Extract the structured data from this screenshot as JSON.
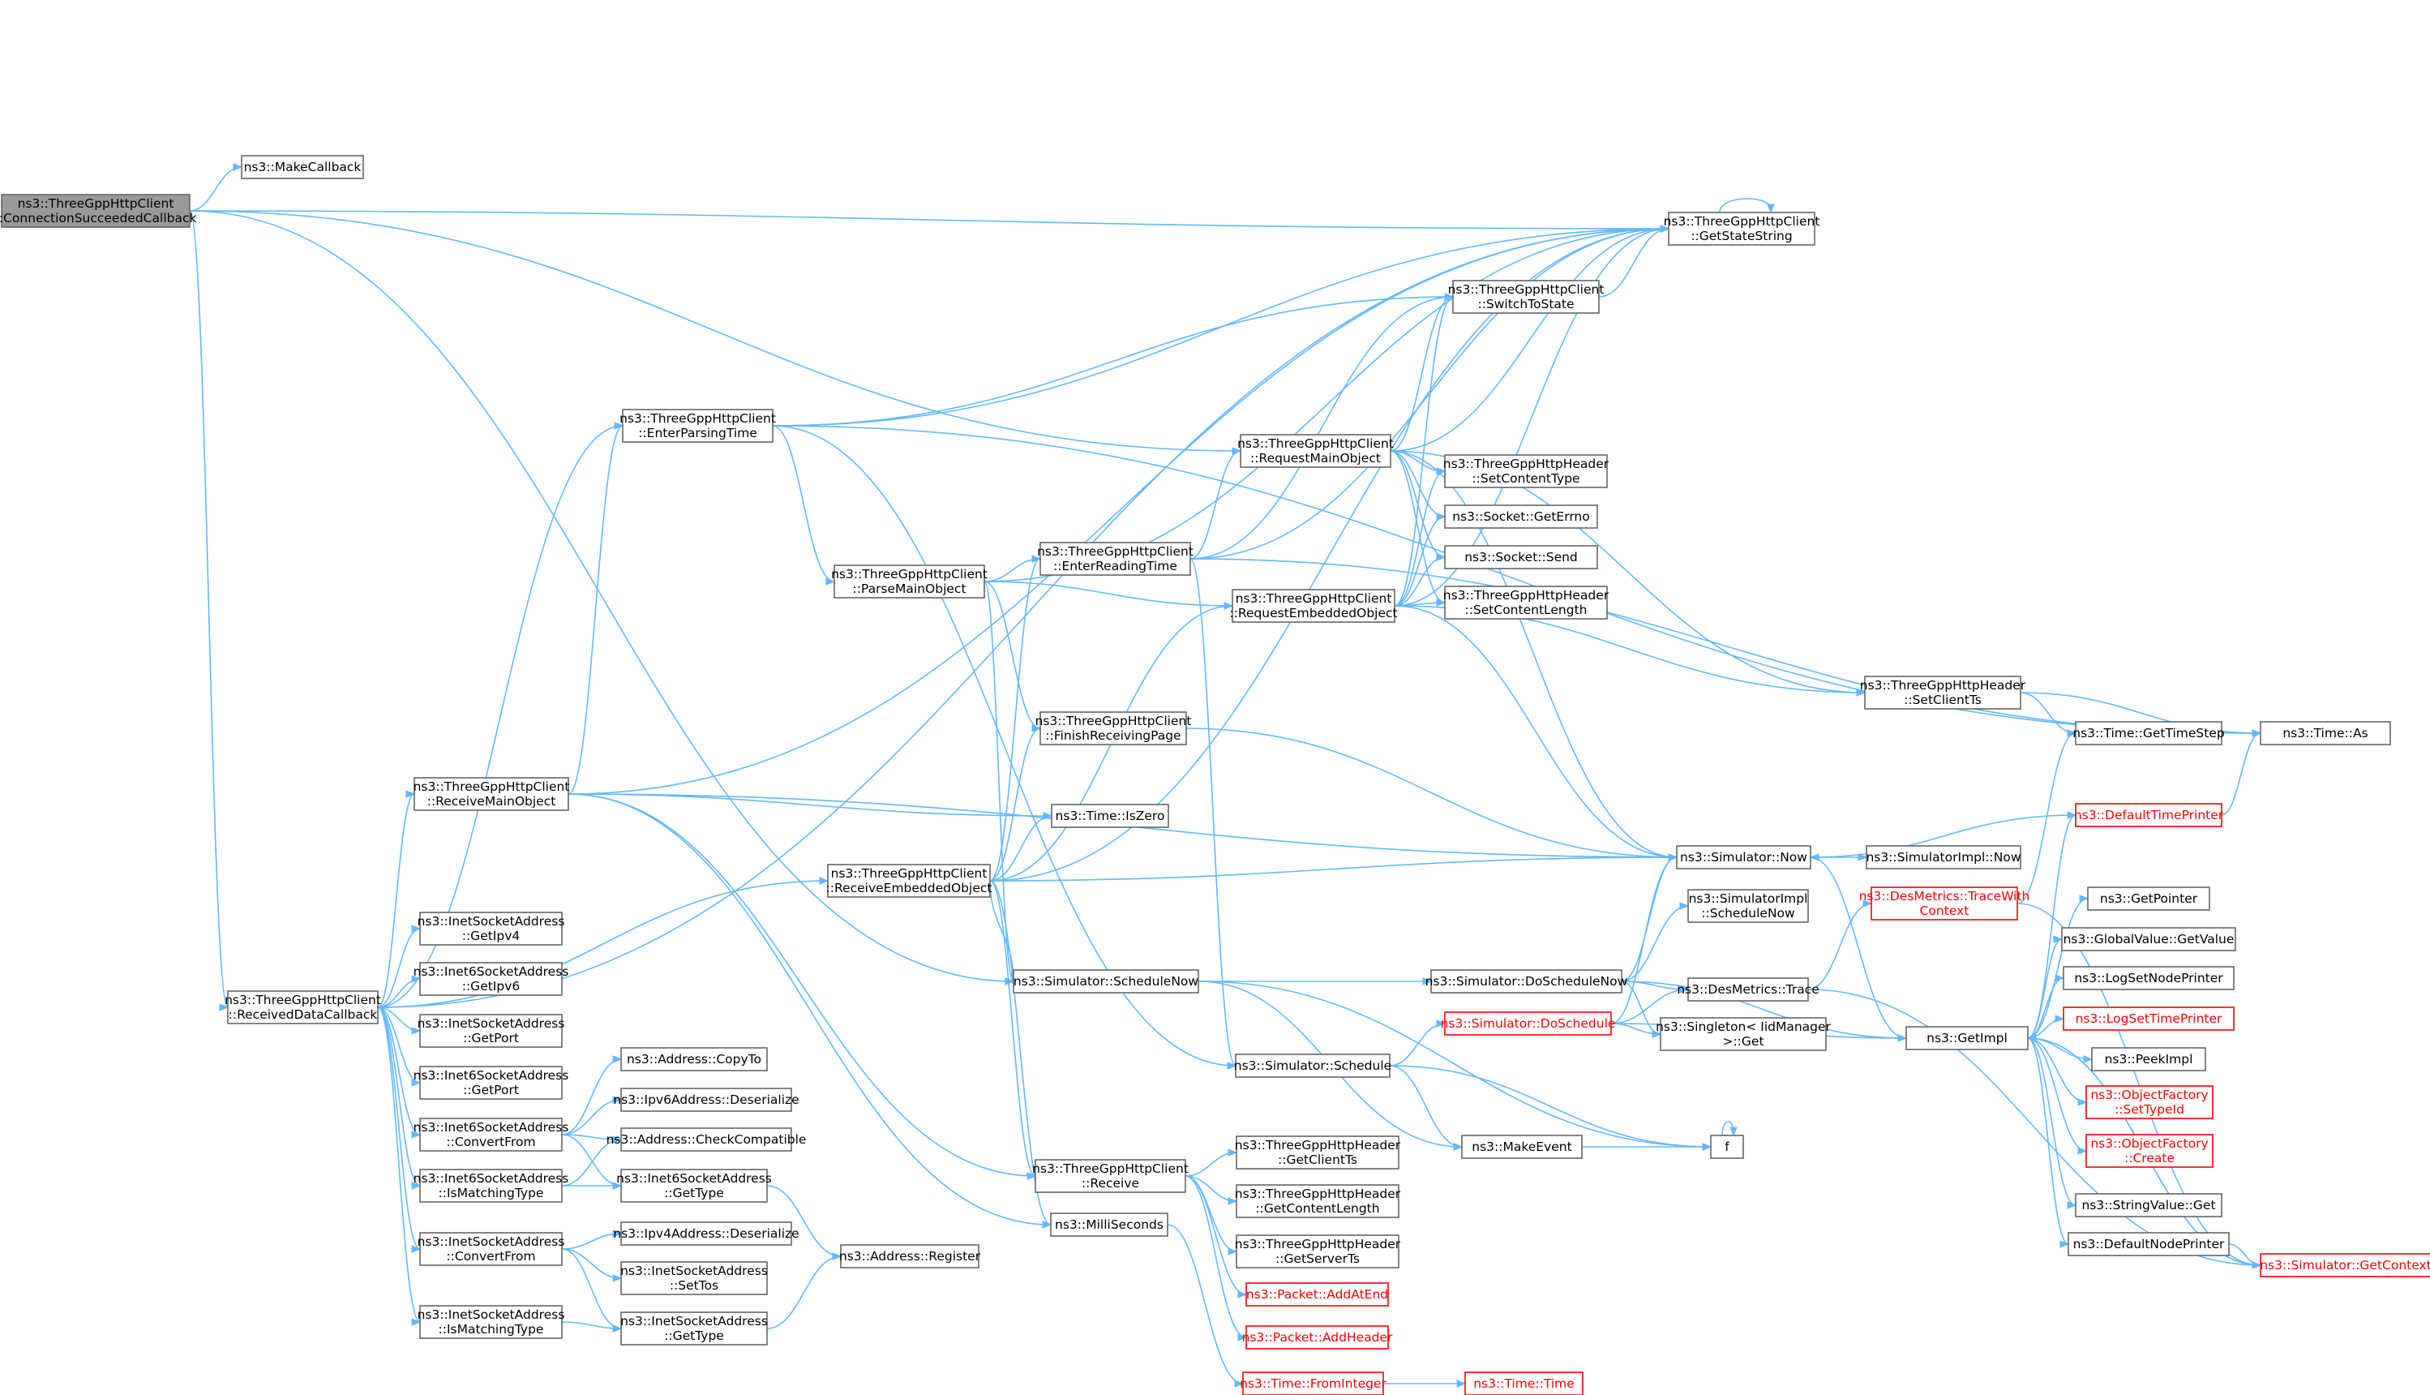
{
  "nodes": [
    {
      "id": "root",
      "lines": [
        "ns3::ThreeGppHttpClient",
        "::ConnectionSucceededCallback"
      ],
      "style": "root"
    },
    {
      "id": "makecallback",
      "lines": [
        "ns3::MakeCallback"
      ]
    },
    {
      "id": "getstatestring",
      "lines": [
        "ns3::ThreeGppHttpClient",
        "::GetStateString"
      ]
    },
    {
      "id": "switchtostate",
      "lines": [
        "ns3::ThreeGppHttpClient",
        "::SwitchToState"
      ]
    },
    {
      "id": "enterparsingtime",
      "lines": [
        "ns3::ThreeGppHttpClient",
        "::EnterParsingTime"
      ]
    },
    {
      "id": "requestmainobject",
      "lines": [
        "ns3::ThreeGppHttpClient",
        "::RequestMainObject"
      ]
    },
    {
      "id": "setcontenttype",
      "lines": [
        "ns3::ThreeGppHttpHeader",
        "::SetContentType"
      ]
    },
    {
      "id": "geterrno",
      "lines": [
        "ns3::Socket::GetErrno"
      ]
    },
    {
      "id": "socketsend",
      "lines": [
        "ns3::Socket::Send"
      ]
    },
    {
      "id": "setcontentlength",
      "lines": [
        "ns3::ThreeGppHttpHeader",
        "::SetContentLength"
      ]
    },
    {
      "id": "parsemainobject",
      "lines": [
        "ns3::ThreeGppHttpClient",
        "::ParseMainObject"
      ]
    },
    {
      "id": "enterreadingtime",
      "lines": [
        "ns3::ThreeGppHttpClient",
        "::EnterReadingTime"
      ]
    },
    {
      "id": "requestembedded",
      "lines": [
        "ns3::ThreeGppHttpClient",
        "::RequestEmbeddedObject"
      ]
    },
    {
      "id": "setclientts",
      "lines": [
        "ns3::ThreeGppHttpHeader",
        "::SetClientTs"
      ]
    },
    {
      "id": "timeas",
      "lines": [
        "ns3::Time::As"
      ]
    },
    {
      "id": "gettimestep",
      "lines": [
        "ns3::Time::GetTimeStep"
      ]
    },
    {
      "id": "finishreceivingpage",
      "lines": [
        "ns3::ThreeGppHttpClient",
        "::FinishReceivingPage"
      ]
    },
    {
      "id": "receivemainobject",
      "lines": [
        "ns3::ThreeGppHttpClient",
        "::ReceiveMainObject"
      ]
    },
    {
      "id": "timeiszero",
      "lines": [
        "ns3::Time::IsZero"
      ]
    },
    {
      "id": "defaulttimeprinter",
      "lines": [
        "ns3::DefaultTimePrinter"
      ],
      "style": "red"
    },
    {
      "id": "simnow",
      "lines": [
        "ns3::Simulator::Now"
      ]
    },
    {
      "id": "simimplnow",
      "lines": [
        "ns3::SimulatorImpl::Now"
      ]
    },
    {
      "id": "receiveembedded",
      "lines": [
        "ns3::ThreeGppHttpClient",
        "::ReceiveEmbeddedObject"
      ]
    },
    {
      "id": "destrace",
      "lines": [
        "ns3::DesMetrics::TraceWith",
        "Context"
      ],
      "style": "red"
    },
    {
      "id": "getpointer",
      "lines": [
        "ns3::GetPointer"
      ]
    },
    {
      "id": "simimplschednow",
      "lines": [
        "ns3::SimulatorImpl",
        "::ScheduleNow"
      ]
    },
    {
      "id": "globalvalueget",
      "lines": [
        "ns3::GlobalValue::GetValue"
      ]
    },
    {
      "id": "getipv4",
      "lines": [
        "ns3::InetSocketAddress",
        "::GetIpv4"
      ]
    },
    {
      "id": "getipv6",
      "lines": [
        "ns3::Inet6SocketAddress",
        "::GetIpv6"
      ]
    },
    {
      "id": "receiveddatacallback",
      "lines": [
        "ns3::ThreeGppHttpClient",
        "::ReceivedDataCallback"
      ]
    },
    {
      "id": "schedulenow",
      "lines": [
        "ns3::Simulator::ScheduleNow"
      ]
    },
    {
      "id": "doschedulenow",
      "lines": [
        "ns3::Simulator::DoScheduleNow"
      ]
    },
    {
      "id": "logsetnodeprinter",
      "lines": [
        "ns3::LogSetNodePrinter"
      ]
    },
    {
      "id": "destracemain",
      "lines": [
        "ns3::DesMetrics::Trace"
      ]
    },
    {
      "id": "inetgetport",
      "lines": [
        "ns3::InetSocketAddress",
        "::GetPort"
      ]
    },
    {
      "id": "logsettimeprinter",
      "lines": [
        "ns3::LogSetTimePrinter"
      ],
      "style": "red"
    },
    {
      "id": "doschedule",
      "lines": [
        "ns3::Simulator::DoSchedule"
      ],
      "style": "red"
    },
    {
      "id": "getimpl",
      "lines": [
        "ns3::GetImpl"
      ]
    },
    {
      "id": "singleton",
      "lines": [
        "ns3::Singleton< IidManager",
        ">::Get"
      ]
    },
    {
      "id": "inet6getport",
      "lines": [
        "ns3::Inet6SocketAddress",
        "::GetPort"
      ]
    },
    {
      "id": "peekimpl",
      "lines": [
        "ns3::PeekImpl"
      ]
    },
    {
      "id": "addrcopyto",
      "lines": [
        "ns3::Address::CopyTo"
      ]
    },
    {
      "id": "simschedule",
      "lines": [
        "ns3::Simulator::Schedule"
      ]
    },
    {
      "id": "settypeid",
      "lines": [
        "ns3::ObjectFactory",
        "::SetTypeId"
      ],
      "style": "red"
    },
    {
      "id": "ipv6deser",
      "lines": [
        "ns3::Ipv6Address::Deserialize"
      ]
    },
    {
      "id": "inet6convertfrom",
      "lines": [
        "ns3::Inet6SocketAddress",
        "::ConvertFrom"
      ]
    },
    {
      "id": "checkcompat",
      "lines": [
        "ns3::Address::CheckCompatible"
      ]
    },
    {
      "id": "makeevent",
      "lines": [
        "ns3::MakeEvent"
      ]
    },
    {
      "id": "f",
      "lines": [
        "f"
      ]
    },
    {
      "id": "objfactcreate",
      "lines": [
        "ns3::ObjectFactory",
        "::Create"
      ],
      "style": "red"
    },
    {
      "id": "clientreceive",
      "lines": [
        "ns3::ThreeGppHttpClient",
        "::Receive"
      ]
    },
    {
      "id": "getclientts",
      "lines": [
        "ns3::ThreeGppHttpHeader",
        "::GetClientTs"
      ]
    },
    {
      "id": "inet6matching",
      "lines": [
        "ns3::Inet6SocketAddress",
        "::IsMatchingType"
      ]
    },
    {
      "id": "inet6gettype",
      "lines": [
        "ns3::Inet6SocketAddress",
        "::GetType"
      ]
    },
    {
      "id": "stringvalueget",
      "lines": [
        "ns3::StringValue::Get"
      ]
    },
    {
      "id": "getcontentlength",
      "lines": [
        "ns3::ThreeGppHttpHeader",
        "::GetContentLength"
      ]
    },
    {
      "id": "milliseconds",
      "lines": [
        "ns3::MilliSeconds"
      ]
    },
    {
      "id": "defaultnodeprinter",
      "lines": [
        "ns3::DefaultNodePrinter"
      ]
    },
    {
      "id": "ipv4deser",
      "lines": [
        "ns3::Ipv4Address::Deserialize"
      ]
    },
    {
      "id": "inetconvertfrom",
      "lines": [
        "ns3::InetSocketAddress",
        "::ConvertFrom"
      ]
    },
    {
      "id": "addrregister",
      "lines": [
        "ns3::Address::Register"
      ]
    },
    {
      "id": "getserverts",
      "lines": [
        "ns3::ThreeGppHttpHeader",
        "::GetServerTs"
      ]
    },
    {
      "id": "simgetcontext",
      "lines": [
        "ns3::Simulator::GetContext"
      ],
      "style": "red"
    },
    {
      "id": "inetsettos",
      "lines": [
        "ns3::InetSocketAddress",
        "::SetTos"
      ]
    },
    {
      "id": "packetaddatend",
      "lines": [
        "ns3::Packet::AddAtEnd"
      ],
      "style": "red"
    },
    {
      "id": "inetmatching",
      "lines": [
        "ns3::InetSocketAddress",
        "::IsMatchingType"
      ]
    },
    {
      "id": "inetgettype",
      "lines": [
        "ns3::InetSocketAddress",
        "::GetType"
      ]
    },
    {
      "id": "packetaddheader",
      "lines": [
        "ns3::Packet::AddHeader"
      ],
      "style": "red"
    },
    {
      "id": "timefrominteger",
      "lines": [
        "ns3::Time::FromInteger"
      ],
      "style": "red"
    },
    {
      "id": "timetime",
      "lines": [
        "ns3::Time::Time"
      ],
      "style": "red"
    }
  ],
  "edges": [
    [
      "root",
      "makecallback"
    ],
    [
      "root",
      "getstatestring"
    ],
    [
      "root",
      "requestmainobject"
    ],
    [
      "root",
      "receiveddatacallback"
    ],
    [
      "root",
      "schedulenow"
    ],
    [
      "getstatestring",
      "getstatestring"
    ],
    [
      "switchtostate",
      "getstatestring"
    ],
    [
      "enterparsingtime",
      "getstatestring"
    ],
    [
      "enterparsingtime",
      "switchtostate"
    ],
    [
      "enterparsingtime",
      "parsemainobject"
    ],
    [
      "enterparsingtime",
      "simschedule"
    ],
    [
      "enterparsingtime",
      "timeas"
    ],
    [
      "requestmainobject",
      "getstatestring"
    ],
    [
      "requestmainobject",
      "switchtostate"
    ],
    [
      "requestmainobject",
      "setcontenttype"
    ],
    [
      "requestmainobject",
      "geterrno"
    ],
    [
      "requestmainobject",
      "socketsend"
    ],
    [
      "requestmainobject",
      "setcontentlength"
    ],
    [
      "requestmainobject",
      "setclientts"
    ],
    [
      "requestmainobject",
      "simnow"
    ],
    [
      "parsemainobject",
      "getstatestring"
    ],
    [
      "parsemainobject",
      "enterreadingtime"
    ],
    [
      "parsemainobject",
      "requestembedded"
    ],
    [
      "parsemainobject",
      "finishreceivingpage"
    ],
    [
      "parsemainobject",
      "schedulenow"
    ],
    [
      "enterreadingtime",
      "getstatestring"
    ],
    [
      "enterreadingtime",
      "switchtostate"
    ],
    [
      "enterreadingtime",
      "requestmainobject"
    ],
    [
      "enterreadingtime",
      "timeas"
    ],
    [
      "enterreadingtime",
      "simschedule"
    ],
    [
      "requestembedded",
      "getstatestring"
    ],
    [
      "requestembedded",
      "switchtostate"
    ],
    [
      "requestembedded",
      "setcontenttype"
    ],
    [
      "requestembedded",
      "geterrno"
    ],
    [
      "requestembedded",
      "socketsend"
    ],
    [
      "requestembedded",
      "setcontentlength"
    ],
    [
      "requestembedded",
      "setclientts"
    ],
    [
      "requestembedded",
      "simnow"
    ],
    [
      "setclientts",
      "gettimestep"
    ],
    [
      "setclientts",
      "timeas"
    ],
    [
      "finishreceivingpage",
      "simnow"
    ],
    [
      "receivemainobject",
      "getstatestring"
    ],
    [
      "receivemainobject",
      "enterparsingtime"
    ],
    [
      "receivemainobject",
      "timeiszero"
    ],
    [
      "receivemainobject",
      "simnow"
    ],
    [
      "receivemainobject",
      "clientreceive"
    ],
    [
      "receivemainobject",
      "milliseconds"
    ],
    [
      "defaulttimeprinter",
      "timeas"
    ],
    [
      "defaulttimeprinter",
      "simnow"
    ],
    [
      "simnow",
      "simimplnow"
    ],
    [
      "simnow",
      "getimpl"
    ],
    [
      "receiveembedded",
      "getstatestring"
    ],
    [
      "receiveembedded",
      "enterreadingtime"
    ],
    [
      "receiveembedded",
      "requestembedded"
    ],
    [
      "receiveembedded",
      "finishreceivingpage"
    ],
    [
      "receiveembedded",
      "timeiszero"
    ],
    [
      "receiveembedded",
      "simnow"
    ],
    [
      "receiveembedded",
      "schedulenow"
    ],
    [
      "receiveembedded",
      "clientreceive"
    ],
    [
      "receiveembedded",
      "milliseconds"
    ],
    [
      "destrace",
      "gettimestep"
    ],
    [
      "destrace",
      "simgetcontext"
    ],
    [
      "receiveddatacallback",
      "getstatestring"
    ],
    [
      "receiveddatacallback",
      "enterparsingtime"
    ],
    [
      "receiveddatacallback",
      "receivemainobject"
    ],
    [
      "receiveddatacallback",
      "receiveembedded"
    ],
    [
      "receiveddatacallback",
      "getipv4"
    ],
    [
      "receiveddatacallback",
      "getipv6"
    ],
    [
      "receiveddatacallback",
      "inetgetport"
    ],
    [
      "receiveddatacallback",
      "inet6getport"
    ],
    [
      "receiveddatacallback",
      "inet6convertfrom"
    ],
    [
      "receiveddatacallback",
      "inet6matching"
    ],
    [
      "receiveddatacallback",
      "inetconvertfrom"
    ],
    [
      "receiveddatacallback",
      "inetmatching"
    ],
    [
      "schedulenow",
      "doschedulenow"
    ],
    [
      "schedulenow",
      "makeevent"
    ],
    [
      "schedulenow",
      "f"
    ],
    [
      "doschedulenow",
      "simnow"
    ],
    [
      "doschedulenow",
      "simimplschednow"
    ],
    [
      "doschedulenow",
      "destracemain"
    ],
    [
      "doschedulenow",
      "singleton"
    ],
    [
      "doschedulenow",
      "getimpl"
    ],
    [
      "destracemain",
      "destrace"
    ],
    [
      "destracemain",
      "simgetcontext"
    ],
    [
      "doschedule",
      "simnow"
    ],
    [
      "doschedule",
      "destracemain"
    ],
    [
      "doschedule",
      "singleton"
    ],
    [
      "doschedule",
      "getimpl"
    ],
    [
      "getimpl",
      "defaulttimeprinter"
    ],
    [
      "getimpl",
      "getpointer"
    ],
    [
      "getimpl",
      "globalvalueget"
    ],
    [
      "getimpl",
      "logsetnodeprinter"
    ],
    [
      "getimpl",
      "logsettimeprinter"
    ],
    [
      "getimpl",
      "peekimpl"
    ],
    [
      "getimpl",
      "settypeid"
    ],
    [
      "getimpl",
      "objfactcreate"
    ],
    [
      "getimpl",
      "stringvalueget"
    ],
    [
      "getimpl",
      "defaultnodeprinter"
    ],
    [
      "getimpl",
      "simgetcontext"
    ],
    [
      "simschedule",
      "doschedule"
    ],
    [
      "simschedule",
      "makeevent"
    ],
    [
      "simschedule",
      "f"
    ],
    [
      "inet6convertfrom",
      "addrcopyto"
    ],
    [
      "inet6convertfrom",
      "ipv6deser"
    ],
    [
      "inet6convertfrom",
      "checkcompat"
    ],
    [
      "inet6convertfrom",
      "inet6gettype"
    ],
    [
      "makeevent",
      "f"
    ],
    [
      "f",
      "f"
    ],
    [
      "clientreceive",
      "getclientts"
    ],
    [
      "clientreceive",
      "getcontentlength"
    ],
    [
      "clientreceive",
      "getserverts"
    ],
    [
      "clientreceive",
      "packetaddatend"
    ],
    [
      "clientreceive",
      "packetaddheader"
    ],
    [
      "inet6matching",
      "inet6gettype"
    ],
    [
      "inet6matching",
      "checkcompat"
    ],
    [
      "inet6gettype",
      "addrregister"
    ],
    [
      "milliseconds",
      "timefrominteger"
    ],
    [
      "defaultnodeprinter",
      "simgetcontext"
    ],
    [
      "simgetcontext",
      "getimpl"
    ],
    [
      "inetconvertfrom",
      "ipv4deser"
    ],
    [
      "inetconvertfrom",
      "inetsettos"
    ],
    [
      "inetconvertfrom",
      "inetgettype"
    ],
    [
      "inetmatching",
      "inetgettype"
    ],
    [
      "inetgettype",
      "addrregister"
    ],
    [
      "timefrominteger",
      "timetime"
    ]
  ]
}
